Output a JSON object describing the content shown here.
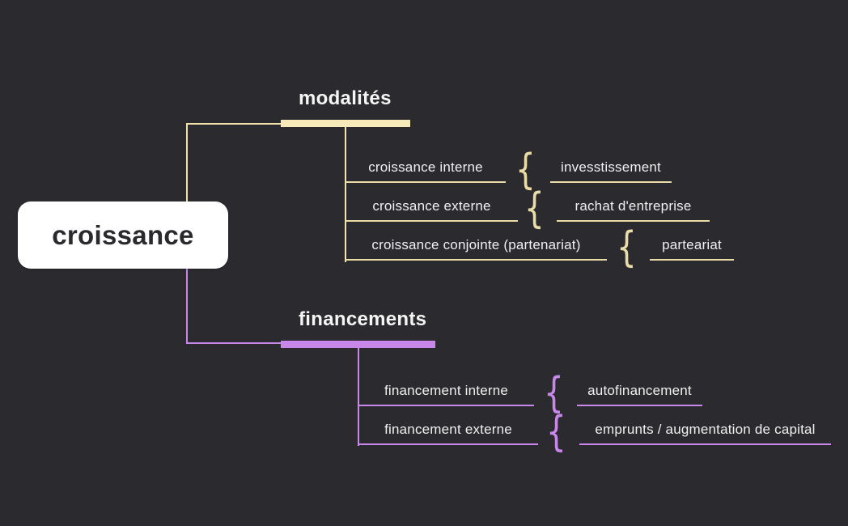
{
  "root": {
    "label": "croissance"
  },
  "colors": {
    "background": "#2b2b2f",
    "root_node_bg": "#ffffff",
    "root_node_text": "#2a2a2e",
    "branch_modalites": "#f1e3ac",
    "branch_financements": "#ca87ea",
    "label_text": "#f0f0f0"
  },
  "branches": [
    {
      "label": "modalités",
      "color": "#f1e3ac",
      "children": [
        {
          "label": "croissance interne",
          "value": "invesstissement"
        },
        {
          "label": "croissance externe",
          "value": "rachat d'entreprise"
        },
        {
          "label": "croissance conjointe (partenariat)",
          "value": "parteariat"
        }
      ]
    },
    {
      "label": "financements",
      "color": "#ca87ea",
      "children": [
        {
          "label": "financement interne",
          "value": "autofinancement"
        },
        {
          "label": "financement externe",
          "value": "emprunts / augmentation de capital"
        }
      ]
    }
  ],
  "brace_glyph": "{"
}
